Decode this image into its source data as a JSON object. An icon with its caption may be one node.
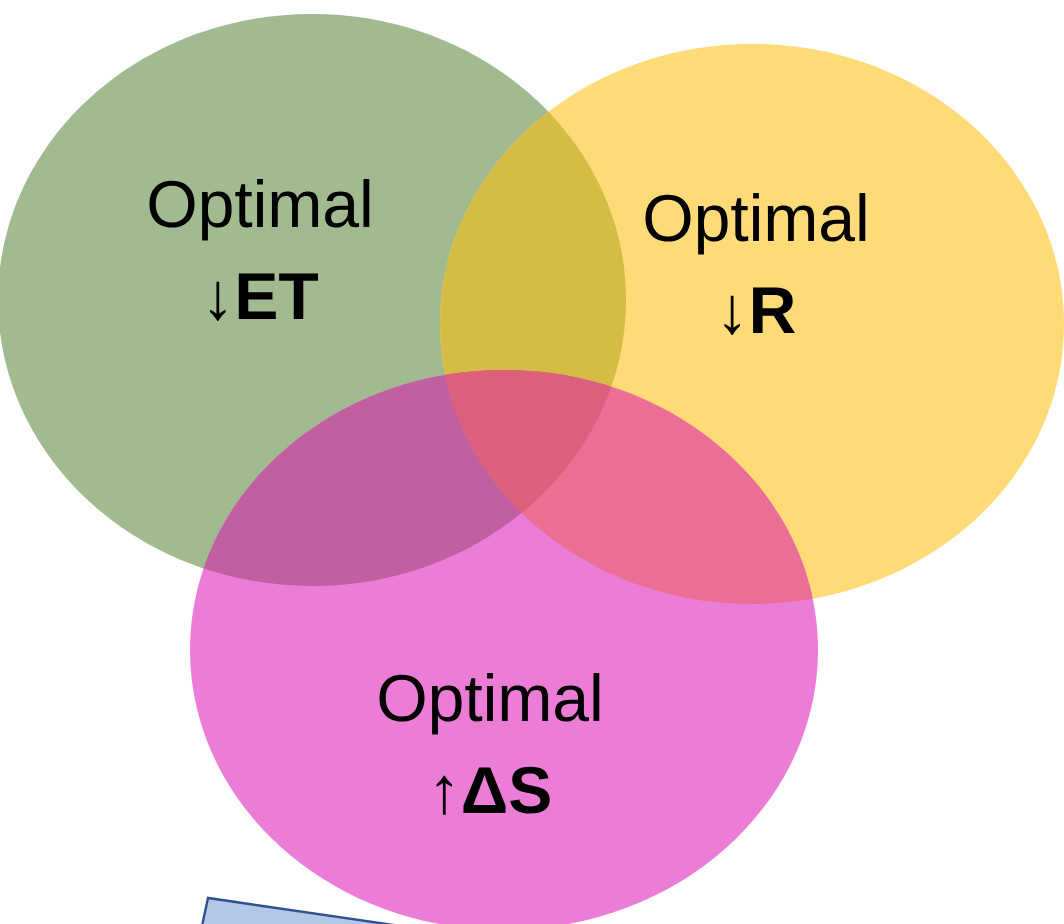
{
  "diagram": {
    "nodes": [
      {
        "text": [
          "Optimal ↓**ET**"
        ]
      },
      {
        "text": [
          "Optimal ↓**R**"
        ]
      },
      {
        "text": [
          "Optimal ↑**ΔS**"
        ]
      }
    ]
  }
}
